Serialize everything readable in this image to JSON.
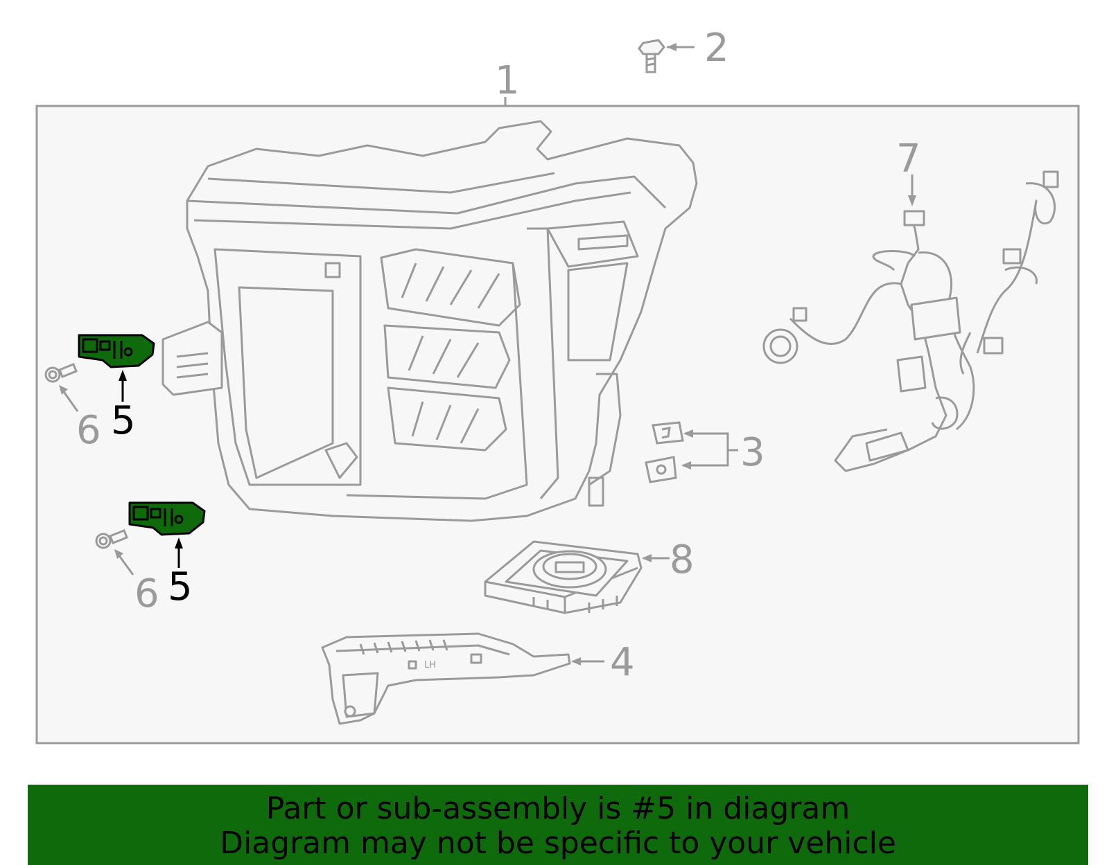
{
  "callouts": {
    "c1": "1",
    "c2": "2",
    "c3": "3",
    "c4": "4",
    "c5a": "5",
    "c5b": "5",
    "c6a": "6",
    "c6b": "6",
    "c7": "7",
    "c8": "8"
  },
  "banner": {
    "line1": "Part or sub-assembly is #5 in diagram",
    "line2": "Diagram may not be specific to your vehicle"
  },
  "colors": {
    "highlight": "#0f6a0c",
    "line": "#9a9a9a",
    "panel": "#f7f7f7"
  },
  "icons": [
    "headlamp-assembly-icon",
    "bolt-icon",
    "clip-nut-icon",
    "lower-bracket-icon",
    "mount-bracket-icon",
    "screw-icon",
    "wiring-harness-icon",
    "control-module-icon"
  ]
}
